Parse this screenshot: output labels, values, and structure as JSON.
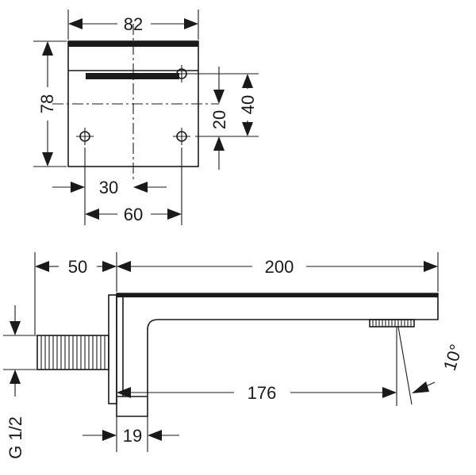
{
  "top_view": {
    "width_label": "82",
    "height_label": "78",
    "spout_offset_label": "40",
    "hole_offset_label": "20",
    "half_spacing_label": "30",
    "hole_spacing_label": "60"
  },
  "side_view": {
    "wall_depth_label": "50",
    "spout_length_label": "200",
    "reach_label": "176",
    "angle_label": "10°",
    "thread_label": "G 1/2",
    "plate_label": "19"
  }
}
